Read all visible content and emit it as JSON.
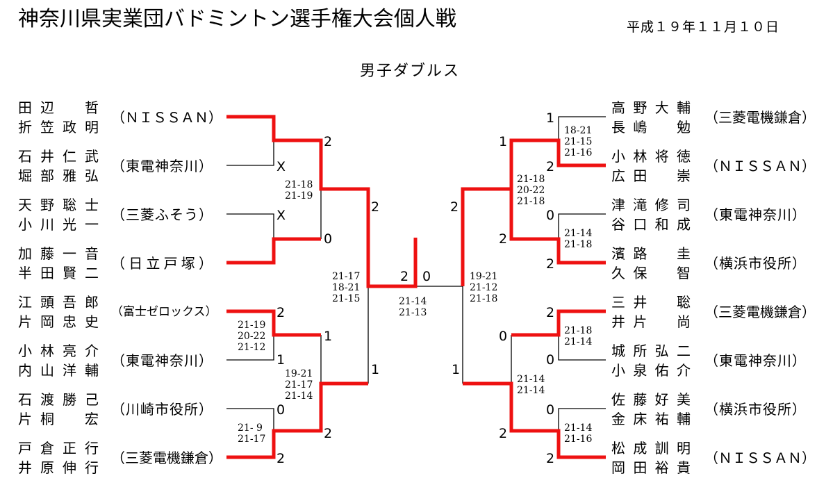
{
  "title": "神奈川県実業団バドミントン選手権大会個人戦",
  "date": "平成１９年１１月１０日",
  "event": "男子ダブルス",
  "left_entries": [
    {
      "player1": "田辺　哲",
      "player2": "折笠政明",
      "team": "（ＮＩＳＳＡＮ）"
    },
    {
      "player1": "石井仁武",
      "player2": "堀部雅弘",
      "team": "（東電神奈川）"
    },
    {
      "player1": "天野聡士",
      "player2": "小川光一",
      "team": "（三菱ふそう）"
    },
    {
      "player1": "加藤一音",
      "player2": "半田賢二",
      "team": "（日立戸塚）"
    },
    {
      "player1": "江頭吾郎",
      "player2": "片岡忠史",
      "team": "（富士ゼロックス）"
    },
    {
      "player1": "小林亮介",
      "player2": "内山洋輔",
      "team": "（東電神奈川）"
    },
    {
      "player1": "石渡勝己",
      "player2": "片桐　宏",
      "team": "（川崎市役所）"
    },
    {
      "player1": "戸倉正行",
      "player2": "井原伸行",
      "team": "（三菱電機鎌倉）"
    }
  ],
  "right_entries": [
    {
      "player1": "高野大輔",
      "player2": "長嶋　勉",
      "team": "（三菱電機鎌倉）"
    },
    {
      "player1": "小林将徳",
      "player2": "広田　崇",
      "team": "（ＮＩＳＳＡＮ）"
    },
    {
      "player1": "津滝修司",
      "player2": "谷口和成",
      "team": "（東電神奈川）"
    },
    {
      "player1": "濱路　圭",
      "player2": "久保　智",
      "team": "（横浜市役所）"
    },
    {
      "player1": "三井　聡",
      "player2": "井片　尚",
      "team": "（三菱電機鎌倉）"
    },
    {
      "player1": "城所弘二",
      "player2": "小泉佑介",
      "team": "（東電神奈川）"
    },
    {
      "player1": "佐藤好美",
      "player2": "金床祐輔",
      "team": "（横浜市役所）"
    },
    {
      "player1": "松成訓明",
      "player2": "岡田裕貴",
      "team": "（ＮＩＳＳＡＮ）"
    }
  ],
  "marks": {
    "l1a": "2",
    "l1b": "X",
    "l1c": "X",
    "l1d": "0",
    "l1e": "2",
    "l1f": "1",
    "l1g": "0",
    "l1h": "2",
    "l2a": "2",
    "l2b": "0",
    "l2c": "1",
    "l2d": "2",
    "l3a": "2",
    "l3b": "1",
    "final_left": "2",
    "final_right": "0",
    "r1a": "1",
    "r1b": "2",
    "r1c": "0",
    "r1d": "2",
    "r1e": "2",
    "r1f": "0",
    "r1g": "0",
    "r1h": "2",
    "r2a": "1",
    "r2b": "2",
    "r2c": "0",
    "r2d": "2",
    "r3a": "2",
    "r3b": "1"
  },
  "scores": {
    "l_r2_top": [
      "21-18",
      "21-19"
    ],
    "l_r1_c": [
      "21-19",
      "20-22",
      "21-12"
    ],
    "l_r1_d": [
      "21- 9",
      "21-17"
    ],
    "l_r2_bot": [
      "19-21",
      "21-17",
      "21-14"
    ],
    "l_r3": [
      "21-17",
      "18-21",
      "21-15"
    ],
    "final": [
      "21-14",
      "21-13"
    ],
    "r_r3": [
      "19-21",
      "21-12",
      "21-18"
    ],
    "r_r1_a": [
      "18-21",
      "21-15",
      "21-16"
    ],
    "r_r2_top": [
      "21-18",
      "20-22",
      "21-18"
    ],
    "r_r1_b": [
      "21-14",
      "21-18"
    ],
    "r_r1_c": [
      "21-18",
      "21-14"
    ],
    "r_r2_bot": [
      "21-14",
      "21-14"
    ],
    "r_r1_d": [
      "21-14",
      "21-16"
    ]
  },
  "colors": {
    "winner_line": "#ee1111",
    "line": "#000000"
  }
}
